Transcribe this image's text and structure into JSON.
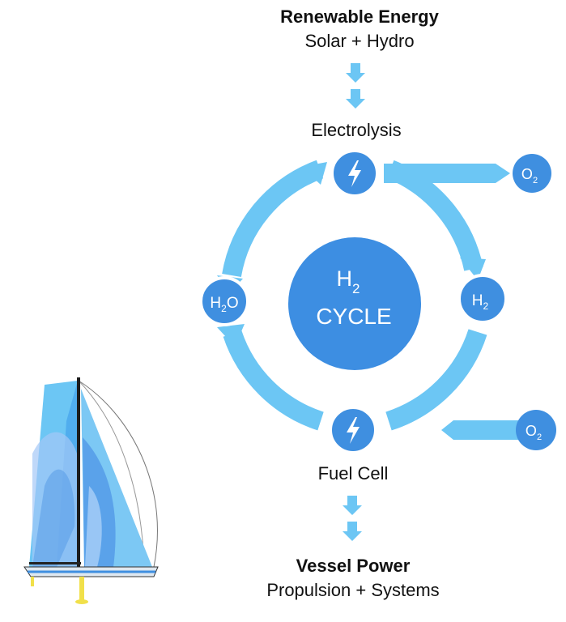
{
  "top": {
    "title": "Renewable Energy",
    "subtitle": "Solar + Hydro",
    "step_label": "Electrolysis"
  },
  "cycle": {
    "center_top": "H",
    "center_top_sub": "2",
    "center_bottom": "CYCLE",
    "left_node_main": "H",
    "left_node_sub": "2",
    "left_node_end": "O",
    "right_node_main": "H",
    "right_node_sub": "2",
    "top_out_main": "O",
    "top_out_sub": "2",
    "bottom_in_main": "O",
    "bottom_in_sub": "2"
  },
  "bottom": {
    "step_label": "Fuel Cell",
    "title": "Vessel Power",
    "subtitle": "Propulsion + Systems"
  },
  "colors": {
    "light_blue": "#6cc6f4",
    "node_blue": "#3f8fe0",
    "center_blue": "#3d8ee2"
  },
  "icons": [
    "lightning-icon",
    "sailboat-illustration",
    "down-arrow-icon"
  ]
}
